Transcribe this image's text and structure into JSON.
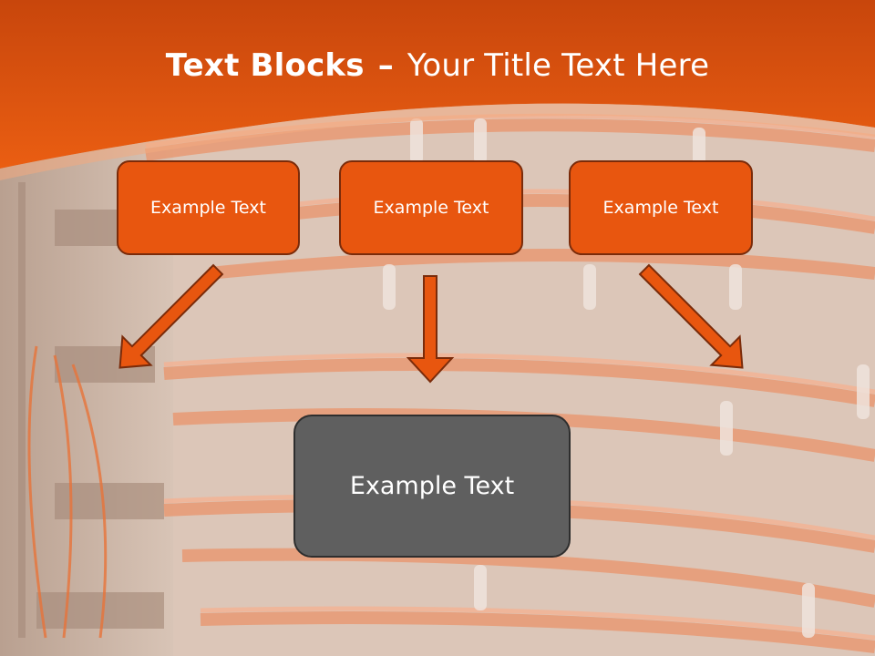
{
  "title": {
    "bold": "Text Blocks",
    "dash": "–",
    "rest": "Your Title Text Here"
  },
  "top_boxes": [
    {
      "label": "Example Text"
    },
    {
      "label": "Example Text"
    },
    {
      "label": "Example Text"
    }
  ],
  "center_box": {
    "label": "Example Text"
  },
  "colors": {
    "accent": "#e8560f",
    "accent_border": "#7a2b0a",
    "header": "#e05a10",
    "center_fill": "#5f5f5f",
    "background": "#d9c2b4"
  },
  "icons": [
    "arrow-down-right-icon",
    "arrow-down-icon",
    "arrow-down-left-icon"
  ]
}
